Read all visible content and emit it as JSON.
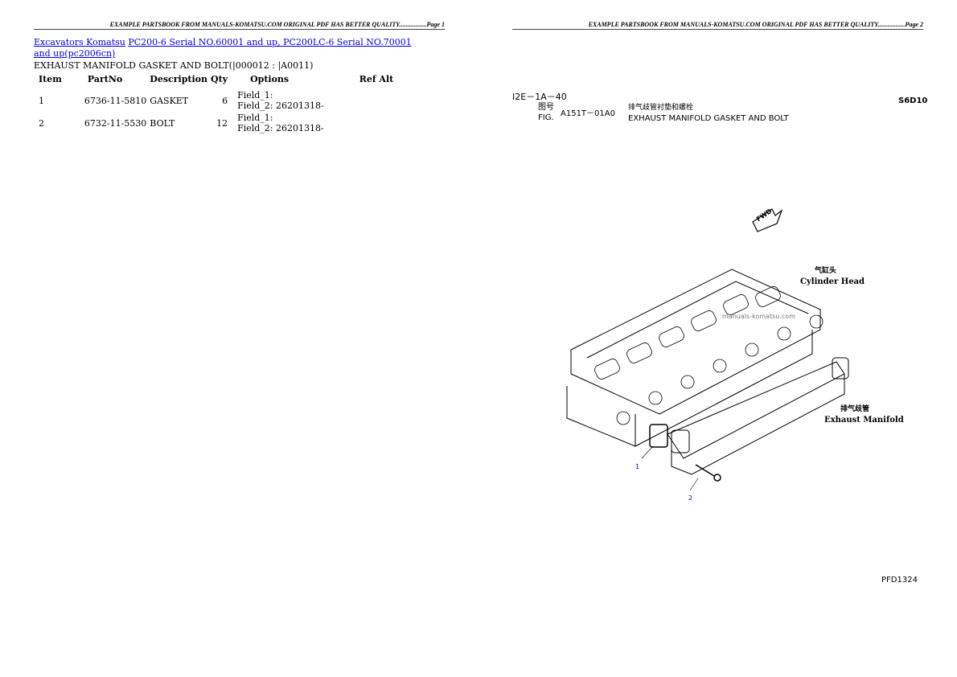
{
  "page1": {
    "header": "EXAMPLE PARTSBOOK FROM MANUALS-KOMATSU.COM ORIGINAL PDF HAS BETTER QUALITY.................Page 1",
    "breadcrumb": {
      "link1": "Excavators Komatsu",
      "link2": "PC200-6 Serial NO.60001 and up, PC200LC-6 Serial NO.70001 and up(pc2006cn)"
    },
    "subtitle": "EXHAUST MANIFOLD GASKET AND BOLT(|000012 : |A0011)",
    "columns": [
      "Item",
      "PartNo",
      "Description",
      "Qty",
      "Options",
      "Ref Alt"
    ],
    "rows": [
      {
        "item": "1",
        "partno": "6736-11-5810",
        "description": "GASKET",
        "qty": "6",
        "opt1": "Field_1:",
        "opt2": "Field_2: 26201318-"
      },
      {
        "item": "2",
        "partno": "6732-11-5530",
        "description": "BOLT",
        "qty": "12",
        "opt1": "Field_1:",
        "opt2": "Field_2: 26201318-"
      }
    ]
  },
  "page2": {
    "header": "EXAMPLE PARTSBOOK FROM MANUALS-KOMATSU.COM ORIGINAL PDF HAS BETTER QUALITY.................Page 2",
    "fig_code": "I2E－1A－40",
    "fig_label_cn": "图号",
    "fig_label": "FIG.",
    "fig_number": "A151T－01A0",
    "title_cn": "排气歧管衬垫和螺栓",
    "title_en": "EXHAUST MANIFOLD  GASKET AND BOLT",
    "model": "S6D10",
    "fwd": "FWD",
    "cyl_cn": "气缸头",
    "cyl_en": "Cylinder Head",
    "exh_cn": "排气歧管",
    "exh_en": "Exhaust Manifold",
    "watermark": "manuals-komatsu.com",
    "callout1": "1",
    "callout2": "2",
    "drawing_no": "PFD1324"
  }
}
